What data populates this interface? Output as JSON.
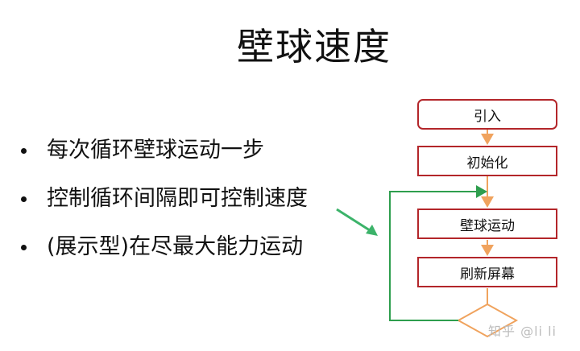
{
  "title": "壁球速度",
  "bullets": [
    "每次循环壁球运动一步",
    "控制循环间隔即可控制速度",
    "(展示型)在尽最大能力运动"
  ],
  "flowchart": {
    "steps": [
      "引入",
      "初始化",
      "壁球运动",
      "刷新屏幕"
    ],
    "colors": {
      "box_border": "#b3262a",
      "arrow": "#f0a35e",
      "loop_line": "#2e9e4e",
      "pointer_arrow": "#3cb36a"
    }
  },
  "watermark": "知乎 @li li"
}
